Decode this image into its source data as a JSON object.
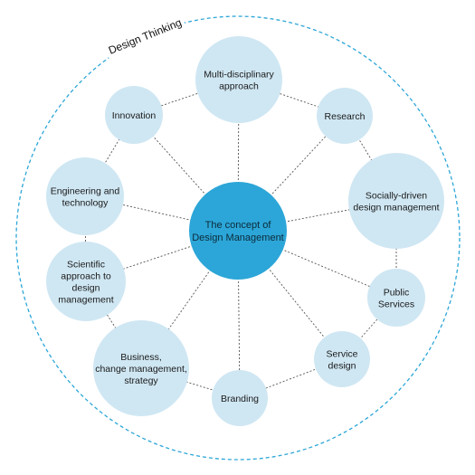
{
  "diagram": {
    "outer_ring_title": "Design Thinking",
    "center": {
      "lines": [
        "The concept of",
        "Design Management"
      ]
    },
    "nodes": [
      {
        "id": "multi",
        "lines": [
          "Multi-disciplinary",
          "approach"
        ]
      },
      {
        "id": "research",
        "lines": [
          "Research"
        ]
      },
      {
        "id": "social",
        "lines": [
          "Socially-driven",
          "design management"
        ]
      },
      {
        "id": "public",
        "lines": [
          "Public",
          "Services"
        ]
      },
      {
        "id": "service",
        "lines": [
          "Service",
          "design"
        ]
      },
      {
        "id": "branding",
        "lines": [
          "Branding"
        ]
      },
      {
        "id": "business",
        "lines": [
          "Business,",
          "change management,",
          "strategy"
        ]
      },
      {
        "id": "scientific",
        "lines": [
          "Scientific",
          "approach to",
          "design",
          "management"
        ]
      },
      {
        "id": "engineering",
        "lines": [
          "Engineering and",
          "technology"
        ]
      },
      {
        "id": "innovation",
        "lines": [
          "Innovation"
        ]
      }
    ],
    "colors": {
      "bubble_fill": "#cfe7f3",
      "center_fill": "#2ca6d8",
      "outer_ring": "#2ca6d8",
      "connector": "#555555"
    }
  }
}
